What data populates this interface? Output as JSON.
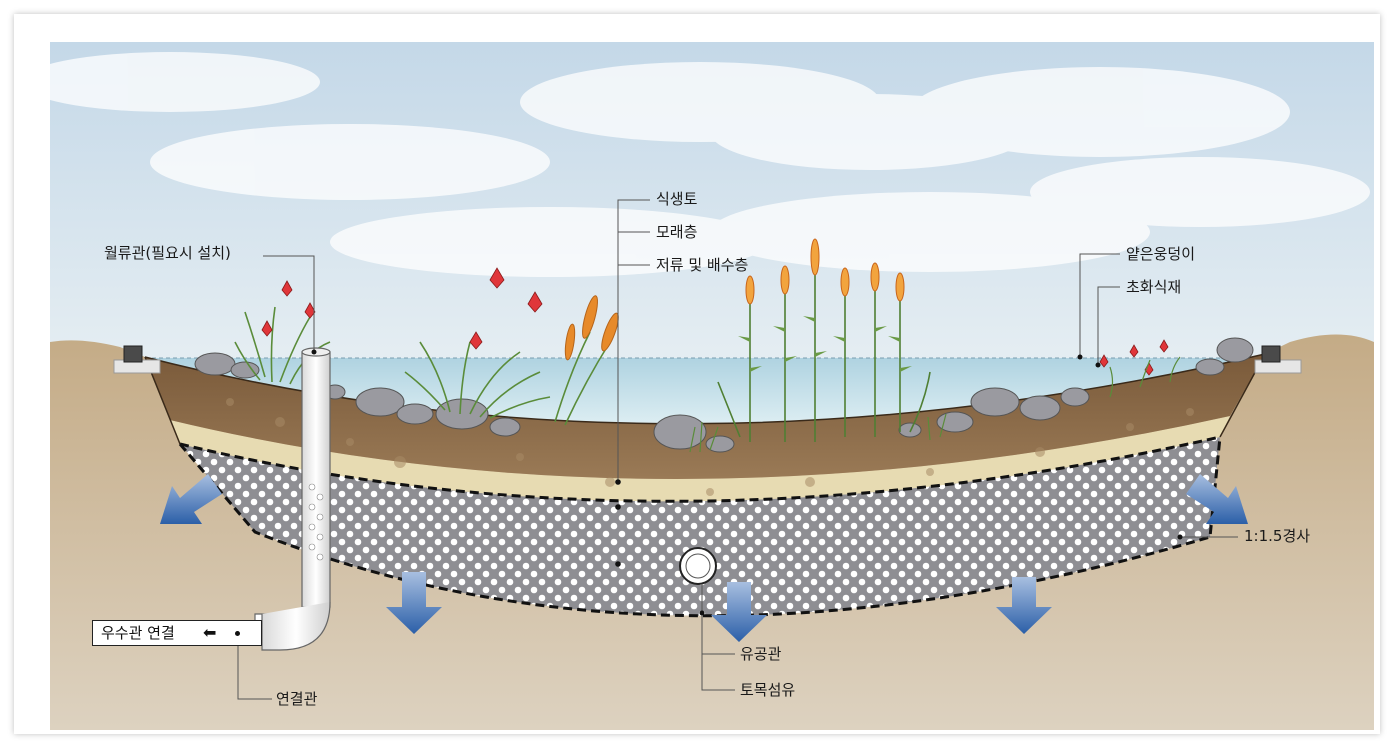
{
  "labels": {
    "overflow_pipe": "월류관(필요시 설치)",
    "planting_soil": "식생토",
    "sand_layer": "모래층",
    "storage_drain_layer": "저류 및 배수층",
    "shallow_pond": "얕은웅덩이",
    "herb_planting": "초화식재",
    "slope_ratio": "1:1.5경사",
    "perforated_pipe": "유공관",
    "geotextile": "토목섬유",
    "connection_pipe": "연결관",
    "sewer_connection": "우수관 연결"
  },
  "icons": {
    "sewer_arrow": "left-arrow-icon",
    "infiltration_arrows": "down-arrow-icon"
  },
  "colors": {
    "sky_top": "#c9dceb",
    "water": "#c7e2ec",
    "soil": "#8d6c48",
    "sand": "#e6d9ae",
    "gravel": "#8f8f94",
    "ground": "#d3c0a0",
    "arrow_blue": "#2b5fa8",
    "flower_red": "#e0363a",
    "plant_orange": "#e78a2a",
    "plant_green": "#5a8c3a"
  }
}
